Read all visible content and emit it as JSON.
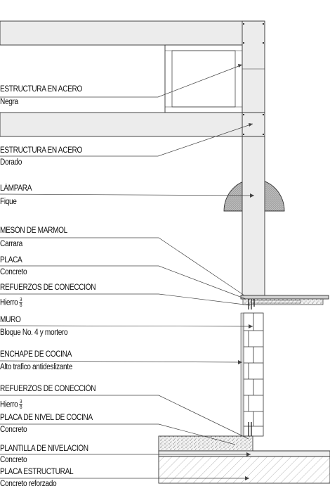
{
  "labels": [
    {
      "title": "ESTRUCTURA EN ACERO",
      "subtitle": "Negra"
    },
    {
      "title": "ESTRUCTURA EN ACERO",
      "subtitle": "Dorado"
    },
    {
      "title": "LÁMPARA",
      "subtitle": "Fique"
    },
    {
      "title": "MESÓN DE MARMOL",
      "subtitle": "Carrara"
    },
    {
      "title": "PLACA",
      "subtitle": "Concreto"
    },
    {
      "title": "REFUERZOS DE CONECCIÓN",
      "subtitle": "Hierro",
      "fraction": {
        "num": "3",
        "den": "8"
      }
    },
    {
      "title": "MURO",
      "subtitle": "Bloque No. 4 y mortero"
    },
    {
      "title": "ENCHAPE DE COCINA",
      "subtitle": "Alto trafico antideslizante"
    },
    {
      "title": "REFUERZOS DE CONECCIÓN",
      "subtitle": "Hierro",
      "fraction": {
        "num": "3",
        "den": "8"
      }
    },
    {
      "title": "PLACA DE NIVEL DE COCINA",
      "subtitle": "Concreto"
    },
    {
      "title": "PLANTILLA DE NIVELACIÓN",
      "subtitle": "Concreto"
    },
    {
      "title": "PLACA ESTRUCTURAL",
      "subtitle": "Concreto reforzado"
    }
  ],
  "colors": {
    "line": "#333333",
    "steel_fill": "#ececec",
    "lamp_fill": "#b8b8b8",
    "concrete_fill": "#f1f1f1",
    "hatch": "#9a9a9a"
  }
}
